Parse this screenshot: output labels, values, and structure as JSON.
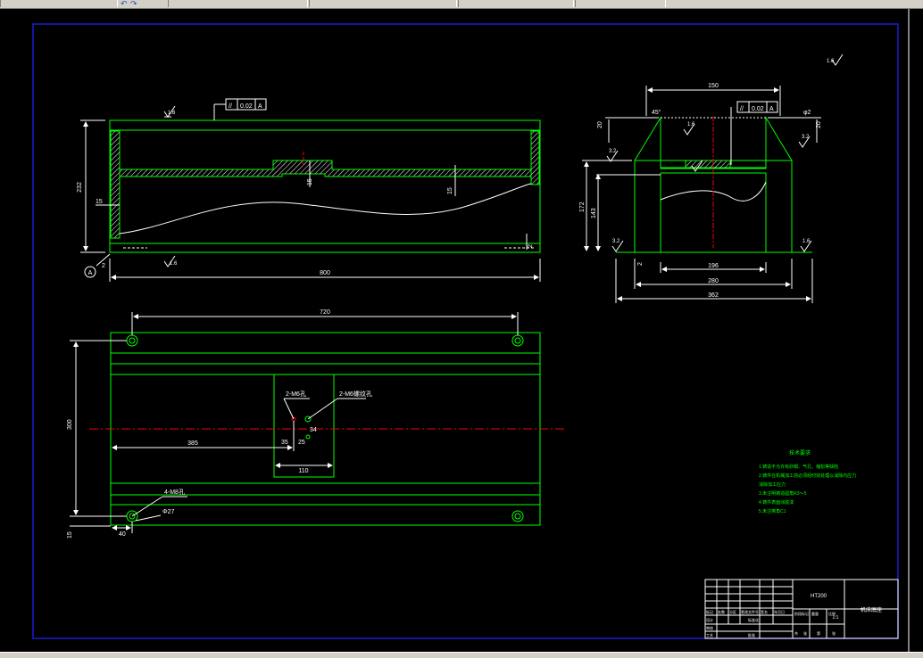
{
  "window": {
    "title": ""
  },
  "toolbar": {
    "segments": [
      "",
      "",
      "",
      "",
      "",
      ""
    ]
  },
  "drawing": {
    "colors": {
      "background": "#000000",
      "outline": "#00ff00",
      "dimension": "#ffffff",
      "hatch": "#ffffff",
      "center": "#ff0000",
      "frame": "#1b1bd6",
      "notes": "#00ff00"
    },
    "datum": "A",
    "front_view": {
      "tolerance": {
        "symbol": "//",
        "value": "0.02",
        "datum": "A"
      },
      "roughness": [
        "1.6",
        "1.6",
        "1.6"
      ],
      "dims": {
        "length": "800",
        "height": "232",
        "wall_left": "15",
        "base_gap": "2",
        "gap_right": "2",
        "rib_mid": "15",
        "rib_right": "15"
      }
    },
    "side_view": {
      "tolerance": {
        "symbol": "//",
        "value": "0.02",
        "datum": "A"
      },
      "roughness": [
        "1.6",
        "3.2",
        "3.2",
        "3.2",
        "1.6",
        "1.6"
      ],
      "dims": {
        "top_width": "150",
        "chamfer_angle": "45°",
        "chamfer_left": "20",
        "chamfer_right": "20",
        "phi_label": "φ2",
        "height_total": "172",
        "height_inner": "143",
        "gap": "2",
        "inner": "196",
        "mid": "280",
        "overall": "362"
      }
    },
    "plan_view": {
      "dims": {
        "hole_span": "720",
        "width": "300",
        "to_center": "385",
        "d35": "35",
        "d25": "25",
        "r34": "34",
        "d110": "110",
        "edge40": "40",
        "edge15": "15",
        "phi27": "Φ27"
      },
      "hole_labels": {
        "two_holes_a": "2-M6孔",
        "two_holes_b": "2-M6螺纹孔",
        "four_holes": "4-M8孔"
      }
    },
    "tech_notes": {
      "title": "技术要求",
      "lines": [
        "1.铸造不允许有砂眼、气孔、缩松等缺陷",
        "2.铸件在机械加工前必须经时效处理以消除内应力",
        "消除加工应力",
        "3.未注明铸造圆角R3～5",
        "4.铸件表面涂底漆",
        "5.未注倒角C1"
      ]
    },
    "title_block": {
      "code": "HT200",
      "name": "机床底座",
      "scale": "1:1",
      "rows": [
        "标记",
        "处数",
        "分区",
        "更改文件号",
        "签名",
        "年月日"
      ],
      "roles": [
        "设计",
        "标准化",
        "审核",
        "工艺",
        "批准"
      ],
      "cells": [
        "阶段标记",
        "重量",
        "比例",
        "共",
        "张",
        "第",
        "张"
      ]
    }
  },
  "status": {
    "coords": ""
  }
}
